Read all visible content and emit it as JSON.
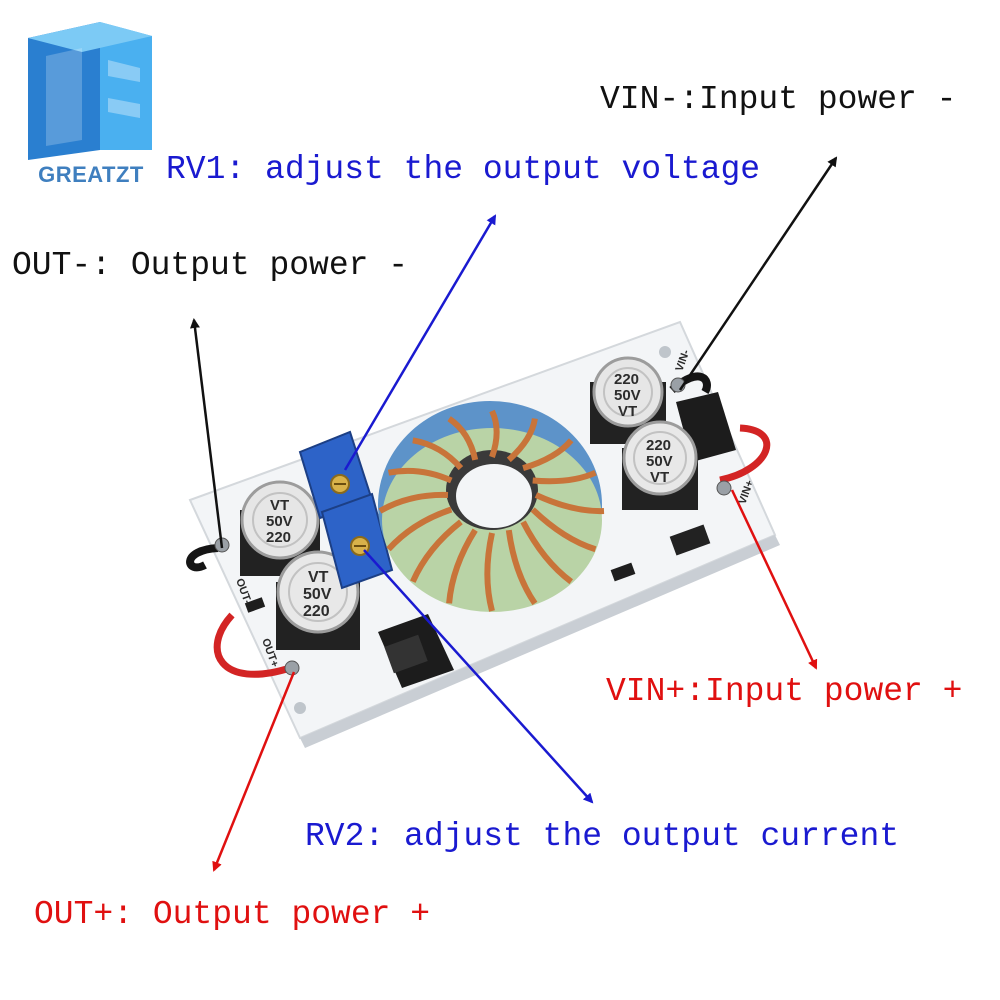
{
  "logo": {
    "brand_text": "GREATZT",
    "accent_color": "#2f8fd8"
  },
  "labels": {
    "vin_minus": "VIN-:Input power -",
    "rv1": "RV1: adjust the output voltage",
    "out_minus": "OUT-: Output power -",
    "vin_plus": "VIN+:Input power +",
    "rv2": "RV2: adjust the output current",
    "out_plus": "OUT+: Output power +"
  },
  "colors": {
    "black_label": "#111111",
    "blue_label": "#1a1ad0",
    "red_label": "#e01010",
    "pcb": "#f4f6f8",
    "copper_wire": "#c8743a",
    "core_green": "#b9d3a6",
    "core_blue": "#5d93c9",
    "trimmer_blue": "#2d63c8"
  },
  "board": {
    "capacitors": [
      {
        "value": "220",
        "voltage": "50V",
        "code": "VT"
      },
      {
        "value": "220",
        "voltage": "50V",
        "code": "VT"
      },
      {
        "value": "220",
        "voltage": "50V",
        "code": "VT"
      },
      {
        "value": "220",
        "voltage": "50V",
        "code": "VT"
      }
    ],
    "pins": {
      "vin_minus": "VIN-",
      "vin_plus": "VIN+",
      "out_minus": "OUT-",
      "out_plus": "OUT+"
    }
  }
}
